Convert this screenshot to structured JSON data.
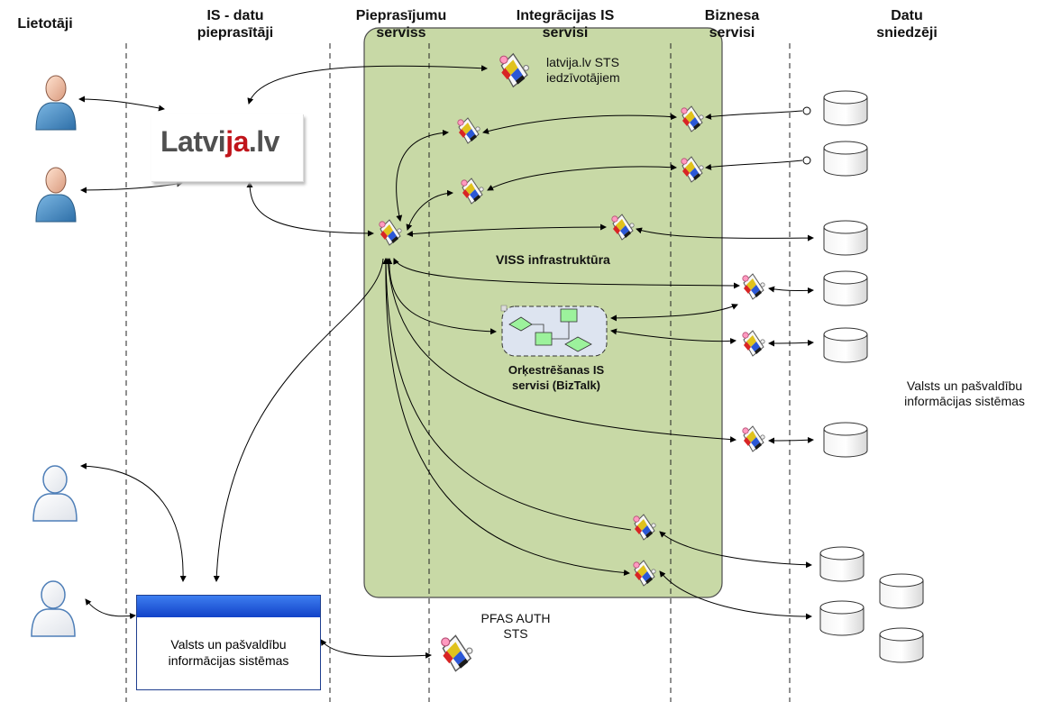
{
  "headers": {
    "users": "Lietotāji",
    "requesters": "IS - datu\npieprasītāji",
    "request_service": "Pieprasījumu\nserviss",
    "integration_services": "Integrācijas IS\nservisi",
    "business_services": "Biznesa\nservisi",
    "data_providers": "Datu\nsniedzēji"
  },
  "logo": {
    "text_a": "Latvi",
    "text_b": "ja",
    "text_c": ".lv"
  },
  "labels": {
    "sts_citizens": "latvija.lv STS\niedzīvotājiem",
    "viss_infra": "VISS infrastruktūra",
    "orchestration": "Orķestrēšanas IS\nservisi (BizTalk)",
    "state_systems_right": "Valsts un pašvaldību\ninformācijas sistēmas",
    "state_systems_box": "Valsts un pašvaldību\ninformācijas sistēmas",
    "pfas": "PFAS AUTH\nSTS"
  },
  "colors": {
    "viss_zone": "#c8d9a6",
    "viss_zone_border": "#4c4c4c",
    "person_blue": "#4f93c9",
    "box_header_blue": "#1f4fd6"
  }
}
